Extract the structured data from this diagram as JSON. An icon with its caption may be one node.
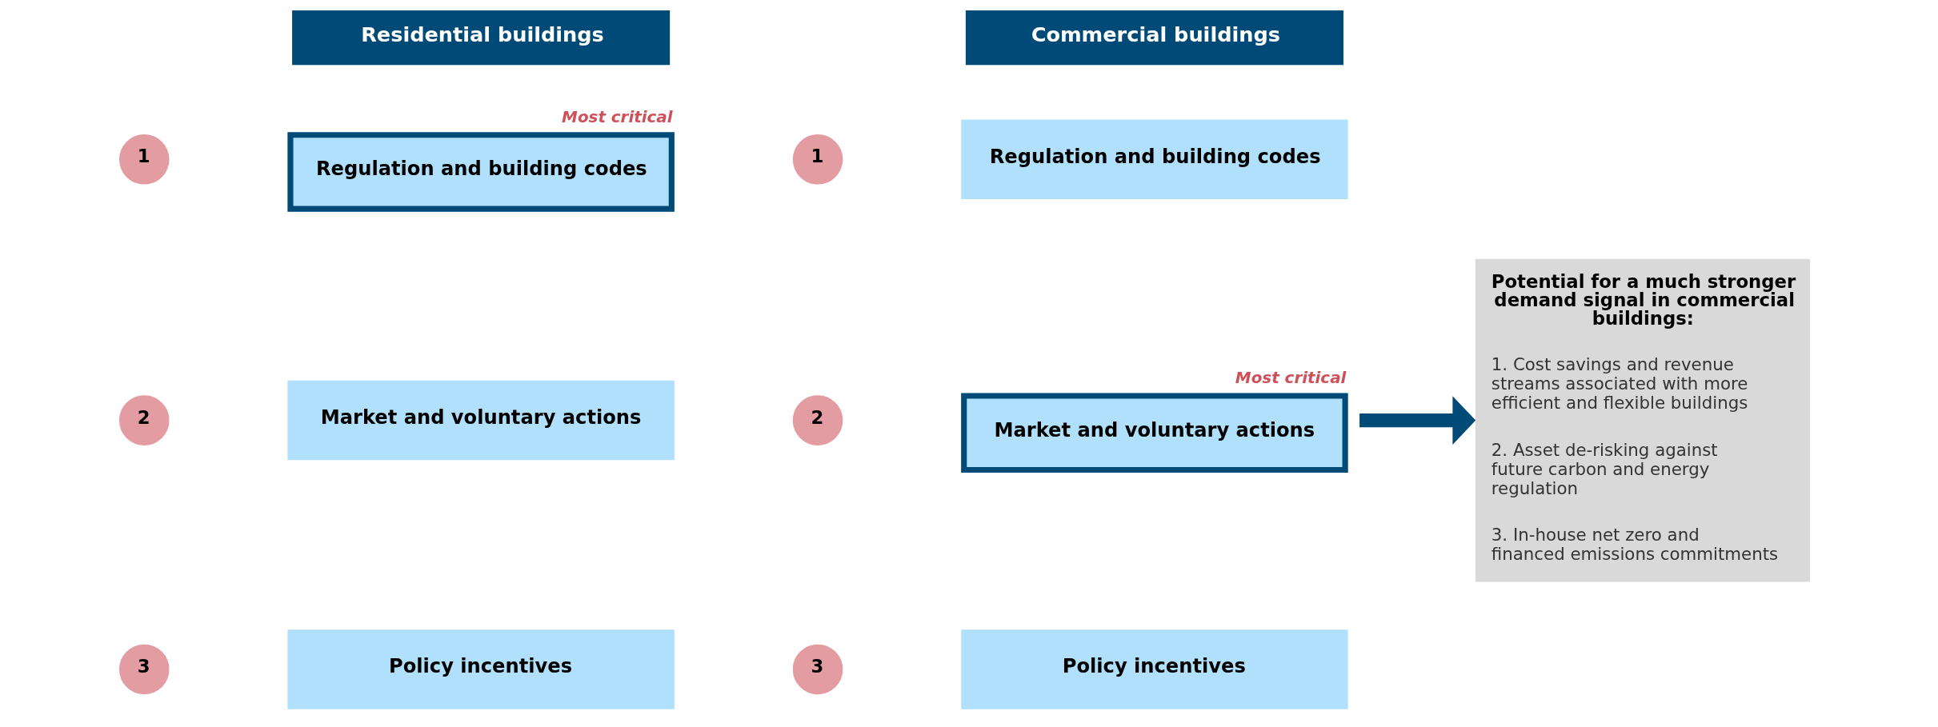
{
  "diagram": {
    "nodes": [
      {
        "text": [
          "Residential buildings"
        ]
      },
      {
        "text": [
          "1"
        ]
      },
      {
        "text": [
          "Regulation and building codes"
        ],
        "beside": [
          "Most critical"
        ]
      },
      {
        "text": [
          "2"
        ]
      },
      {
        "text": [
          "Market and voluntary actions"
        ]
      },
      {
        "text": [
          "3"
        ]
      },
      {
        "text": [
          "Policy incentives"
        ]
      },
      {
        "text": [
          "Commercial buildings"
        ]
      },
      {
        "text": [
          "1"
        ]
      },
      {
        "text": [
          "Regulation and building codes"
        ]
      },
      {
        "text": [
          "2"
        ]
      },
      {
        "text": [
          "Market and voluntary actions"
        ],
        "beside": [
          "Most critical"
        ]
      },
      {
        "text": [
          "3"
        ]
      },
      {
        "text": [
          "Policy incentives"
        ]
      },
      {
        "text": [
          "Potential for a much stronger demand signal in commercial buildings:",
          "1. Cost savings and revenue streams associated with more efficient and flexible buildings",
          "2. Asset de-risking against future carbon and energy regulation",
          "3. In-house net zero and financed emissions commitments"
        ]
      }
    ],
    "edges": [
      {
        "from": 11,
        "to": 14,
        "arrow": "to"
      }
    ]
  }
}
